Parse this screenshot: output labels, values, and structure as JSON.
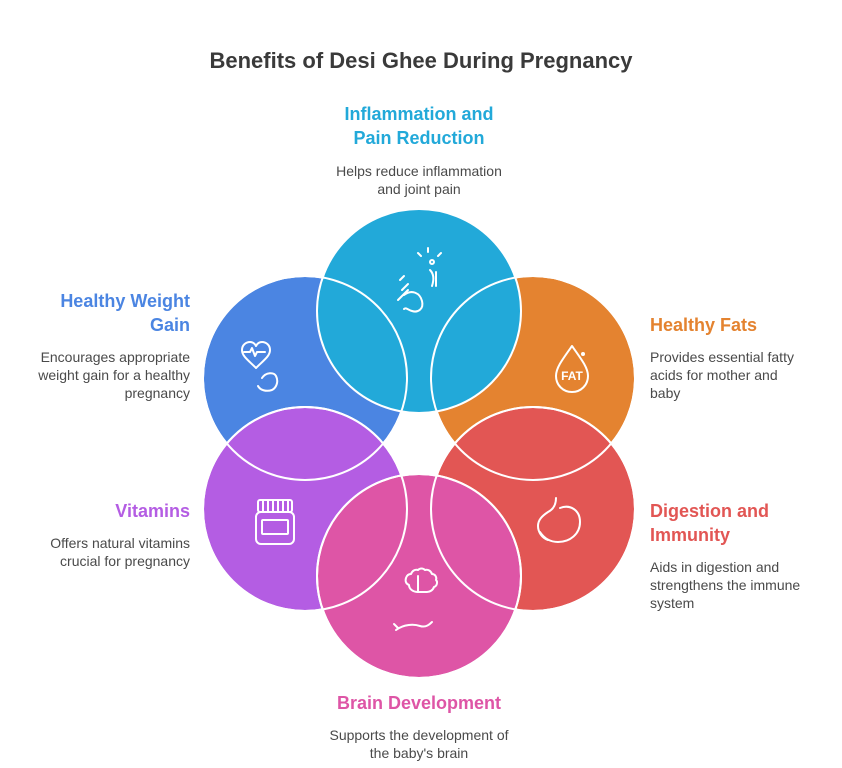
{
  "title": "Benefits of Desi Ghee During Pregnancy",
  "colors": {
    "top": "#22a9d9",
    "left": "#4b85e2",
    "right": "#e48330",
    "bottom_left": "#b45de3",
    "bottom_right": "#e25654",
    "bottom": "#de55a6",
    "heading_text": "#3a3a3a",
    "body_text": "#4a4a4a"
  },
  "benefits": {
    "top": {
      "heading": [
        "Inflammation and",
        "Pain Reduction"
      ],
      "description": [
        "Helps reduce inflammation",
        "and joint pain"
      ],
      "icon": "inflammation-joint-icon"
    },
    "left": {
      "heading": [
        "Healthy Weight",
        "Gain"
      ],
      "description": [
        "Encourages appropriate",
        "weight gain for a healthy",
        "pregnancy"
      ],
      "icon": "heart-muscle-icon"
    },
    "right": {
      "heading": [
        "Healthy Fats"
      ],
      "description": [
        "Provides essential fatty",
        "acids for mother and",
        "baby"
      ],
      "icon": "fat-drop-icon",
      "icon_label": "FAT"
    },
    "bottom_left": {
      "heading": [
        "Vitamins"
      ],
      "description": [
        "Offers natural vitamins",
        "crucial for pregnancy"
      ],
      "icon": "vitamin-jar-icon"
    },
    "bottom_right": {
      "heading": [
        "Digestion and",
        "Immunity"
      ],
      "description": [
        "Aids in digestion and",
        "strengthens the immune",
        "system"
      ],
      "icon": "stomach-icon"
    },
    "bottom": {
      "heading": [
        "Brain Development"
      ],
      "description": [
        "Supports the development of",
        "the baby's brain"
      ],
      "icon": "brain-hand-icon"
    }
  }
}
